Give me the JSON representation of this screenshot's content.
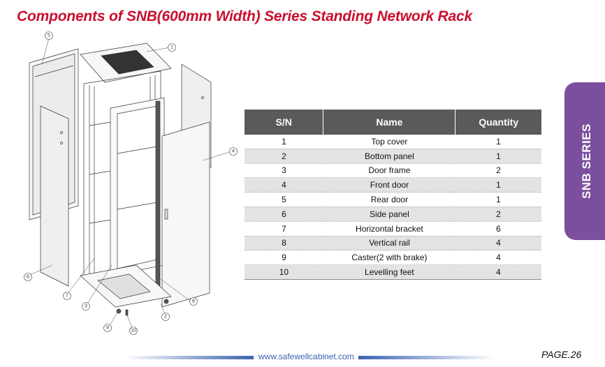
{
  "header": {
    "title": "Components of SNB(600mm Width) Series Standing Network Rack"
  },
  "diagram": {
    "callouts": [
      "1",
      "2",
      "3",
      "4",
      "5",
      "6",
      "7",
      "8",
      "9",
      "10"
    ]
  },
  "table": {
    "headers": [
      "S/N",
      "Name",
      "Quantity"
    ],
    "rows": [
      {
        "sn": "1",
        "name": "Top cover",
        "qty": "1"
      },
      {
        "sn": "2",
        "name": "Bottom panel",
        "qty": "1"
      },
      {
        "sn": "3",
        "name": "Door frame",
        "qty": "2"
      },
      {
        "sn": "4",
        "name": "Front door",
        "qty": "1"
      },
      {
        "sn": "5",
        "name": "Rear door",
        "qty": "1"
      },
      {
        "sn": "6",
        "name": "Side panel",
        "qty": "2"
      },
      {
        "sn": "7",
        "name": "Horizontal bracket",
        "qty": "6"
      },
      {
        "sn": "8",
        "name": "Vertical rail",
        "qty": "4"
      },
      {
        "sn": "9",
        "name": "Caster(2 with brake)",
        "qty": "4"
      },
      {
        "sn": "10",
        "name": "Levelling feet",
        "qty": "4"
      }
    ]
  },
  "side_tab": {
    "label": "SNB  SERIES",
    "color": "#7b4f9d"
  },
  "footer": {
    "url": "www.safewellcabinet.com",
    "page": "PAGE.26"
  },
  "colors": {
    "title": "#c8102e",
    "header_bg": "#5a5a5a",
    "footer_accent": "#3b63b0"
  }
}
